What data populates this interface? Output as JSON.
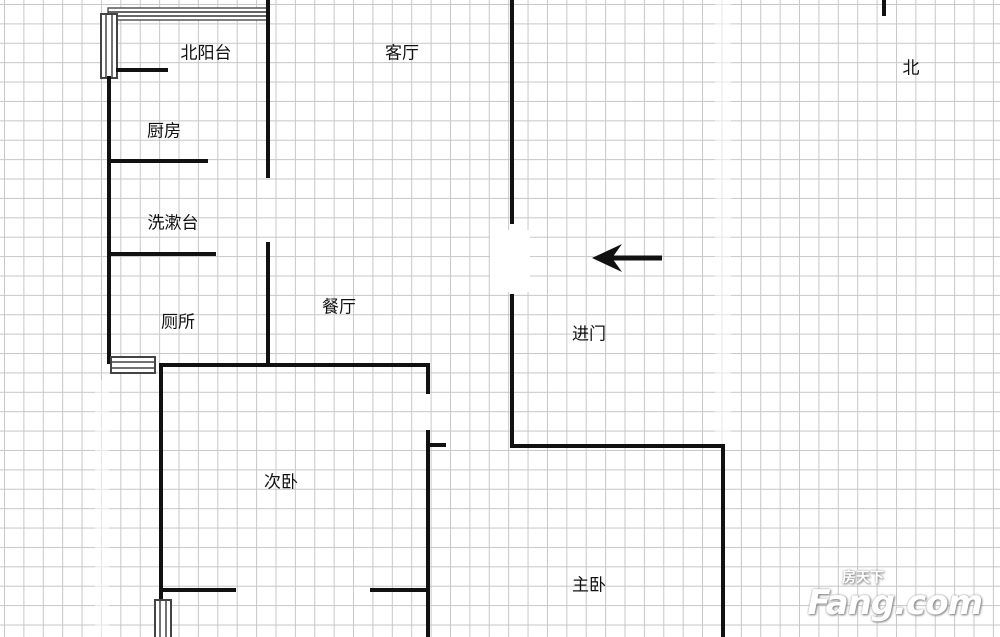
{
  "rooms": {
    "north_balcony": "北阳台",
    "living_room": "客厅",
    "north": "北",
    "kitchen": "厨房",
    "washbasin": "洗漱台",
    "toilet": "厕所",
    "dining_room": "餐厅",
    "entrance": "进门",
    "second_bedroom": "次卧",
    "master_bedroom": "主卧"
  },
  "watermark": {
    "top": "房天下",
    "main": "Fang.com"
  },
  "colors": {
    "wall": "#111111",
    "grid": "#c7c7c7",
    "background": "#ffffff"
  },
  "icons": {
    "entrance_arrow": "arrow-left-icon",
    "window": "window-icon"
  }
}
